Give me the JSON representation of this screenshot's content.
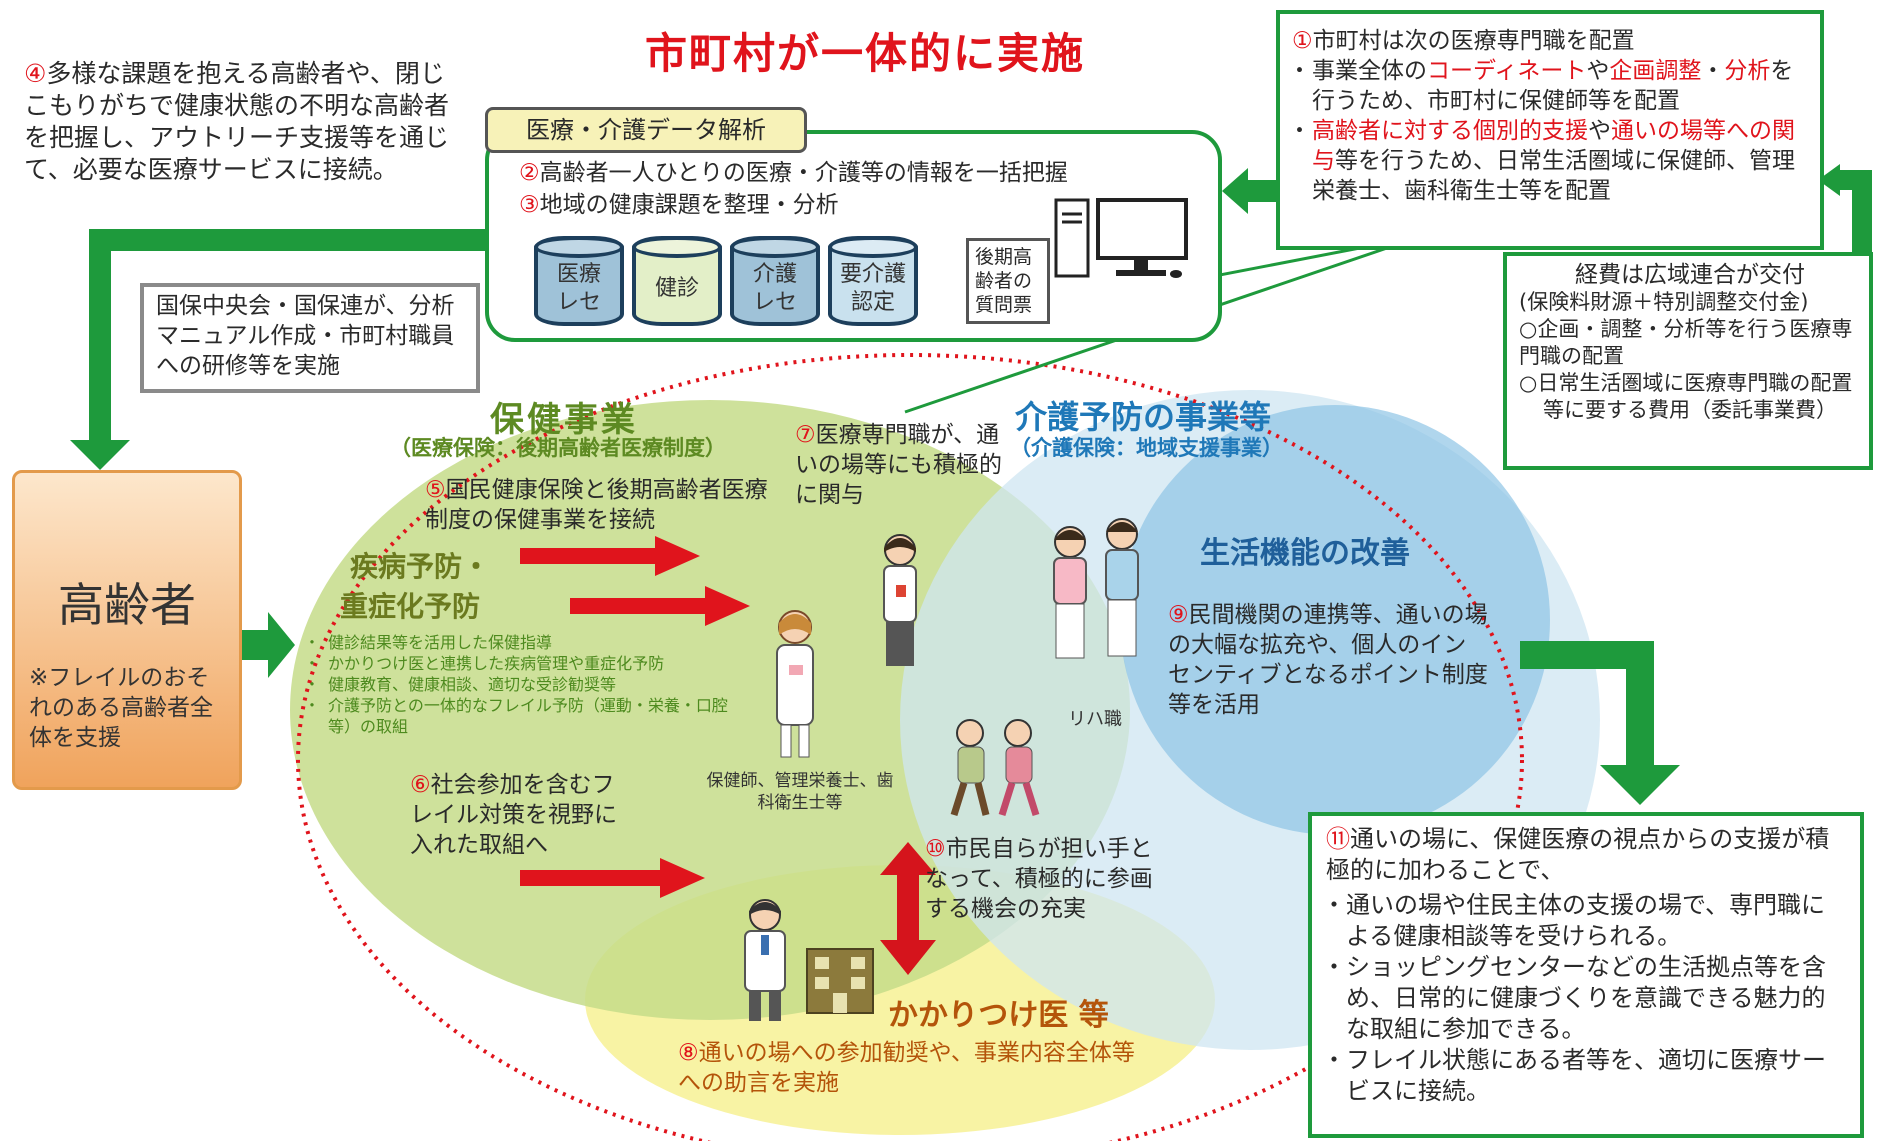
{
  "header": {
    "title": "市町村が一体的に実施"
  },
  "item4": {
    "num": "④",
    "text": "多様な課題を抱える高齢者や、閉じこもりがちで健康状態の不明な高齢者を把握し、アウトリーチ支援等を通じて、必要な医療サービスに接続。"
  },
  "analysis": {
    "tab_label": "医療・介護データ解析",
    "line2_num": "②",
    "line2": "高齢者一人ひとりの医療・介護等の情報を一括把握",
    "line3_num": "③",
    "line3": "地域の健康課題を整理・分析",
    "db1": "医療\nレセ",
    "db2": "健診",
    "db3": "介護\nレセ",
    "db4": "要介護\n認定",
    "doc": "後期高\n齢者の\n質問票"
  },
  "kokuho_note": "国保中央会・国保連が、分析マニュアル作成・市町村職員への研修等を実施",
  "item1": {
    "num": "①",
    "title": "市町村は次の医療専門職を配置",
    "b1_a": "事業全体の",
    "b1_b": "コーディネート",
    "b1_c": "や",
    "b1_d": "企画調整",
    "b1_e": "・",
    "b1_f": "分析",
    "b1_g": "を行うため、市町村に保健師等を配置",
    "b2_a": "高齢者に対する個別的支援",
    "b2_b": "や",
    "b2_c": "通いの場等への関与",
    "b2_d": "等を行うため、日常生活圏域に保健師、管理栄養士、歯科衛生士等を配置"
  },
  "funding": {
    "title": "経費は広域連合が交付",
    "subtitle": "(保険料財源＋特別調整交付金)",
    "i1": "○企画・調整・分析等を行う医療専門職の配置",
    "i2": "○日常生活圏域に医療専門職の配置",
    "i3": "等に要する費用（委託事業費）"
  },
  "elderly": {
    "title": "高齢者",
    "note": "※フレイルのおそれのある高齢者全体を支援"
  },
  "hoken": {
    "title": "保健事業",
    "sub": "（医療保険：後期高齢者医療制度）"
  },
  "kaigo": {
    "title": "介護予防の事業等",
    "sub": "（介護保険：地域支援事業）"
  },
  "item5": {
    "num": "⑤",
    "text": "国民健康保険と後期高齢者医療制度の保健事業を接続"
  },
  "prevention": {
    "title1": "疾病予防・",
    "title2": "重症化予防",
    "bullets": [
      "健診結果等を活用した保健指導",
      "かかりつけ医と連携した疾病管理や重症化予防",
      "健康教育、健康相談、適切な受診勧奨等",
      "介護予防との一体的なフレイル予防（運動・栄養・口腔等）の取組"
    ]
  },
  "item6": {
    "num": "⑥",
    "text": "社会参加を含むフレイル対策を視野に入れた取組へ"
  },
  "item7": {
    "num": "⑦",
    "text": "医療専門職が、通いの場等にも積極的に関与"
  },
  "staff_label": "保健師、管理栄養士、歯科衛生士等",
  "reha_label": "リハ職",
  "seikatsu": {
    "title": "生活機能の改善"
  },
  "item9": {
    "num": "⑨",
    "text": "民間機関の連携等、通いの場の大幅な拡充や、個人のインセンティブとなるポイント制度等を活用"
  },
  "item10": {
    "num": "⑩",
    "text": "市民自らが担い手となって、積極的に参画する機会の充実"
  },
  "kakaritsuke": {
    "title": "かかりつけ医 等"
  },
  "item8": {
    "num": "⑧",
    "text": "通いの場への参加勧奨や、事業内容全体等への助言を実施"
  },
  "item11": {
    "num": "⑪",
    "text": "通いの場に、保健医療の視点からの支援が積極的に加わることで、",
    "bullets": [
      "通いの場や住民主体の支援の場で、専門職による健康相談等を受けられる。",
      "ショッピングセンターなどの生活拠点等を含め、日常的に健康づくりを意識できる魅力的な取組に参加できる。",
      "フレイル状態にある者等を、適切に医療サービスに接続。"
    ]
  },
  "colors": {
    "green": "#1e9a3c",
    "red": "#e0141c",
    "blue_title": "#1f78b8",
    "olive_title": "#6b8f1f"
  }
}
